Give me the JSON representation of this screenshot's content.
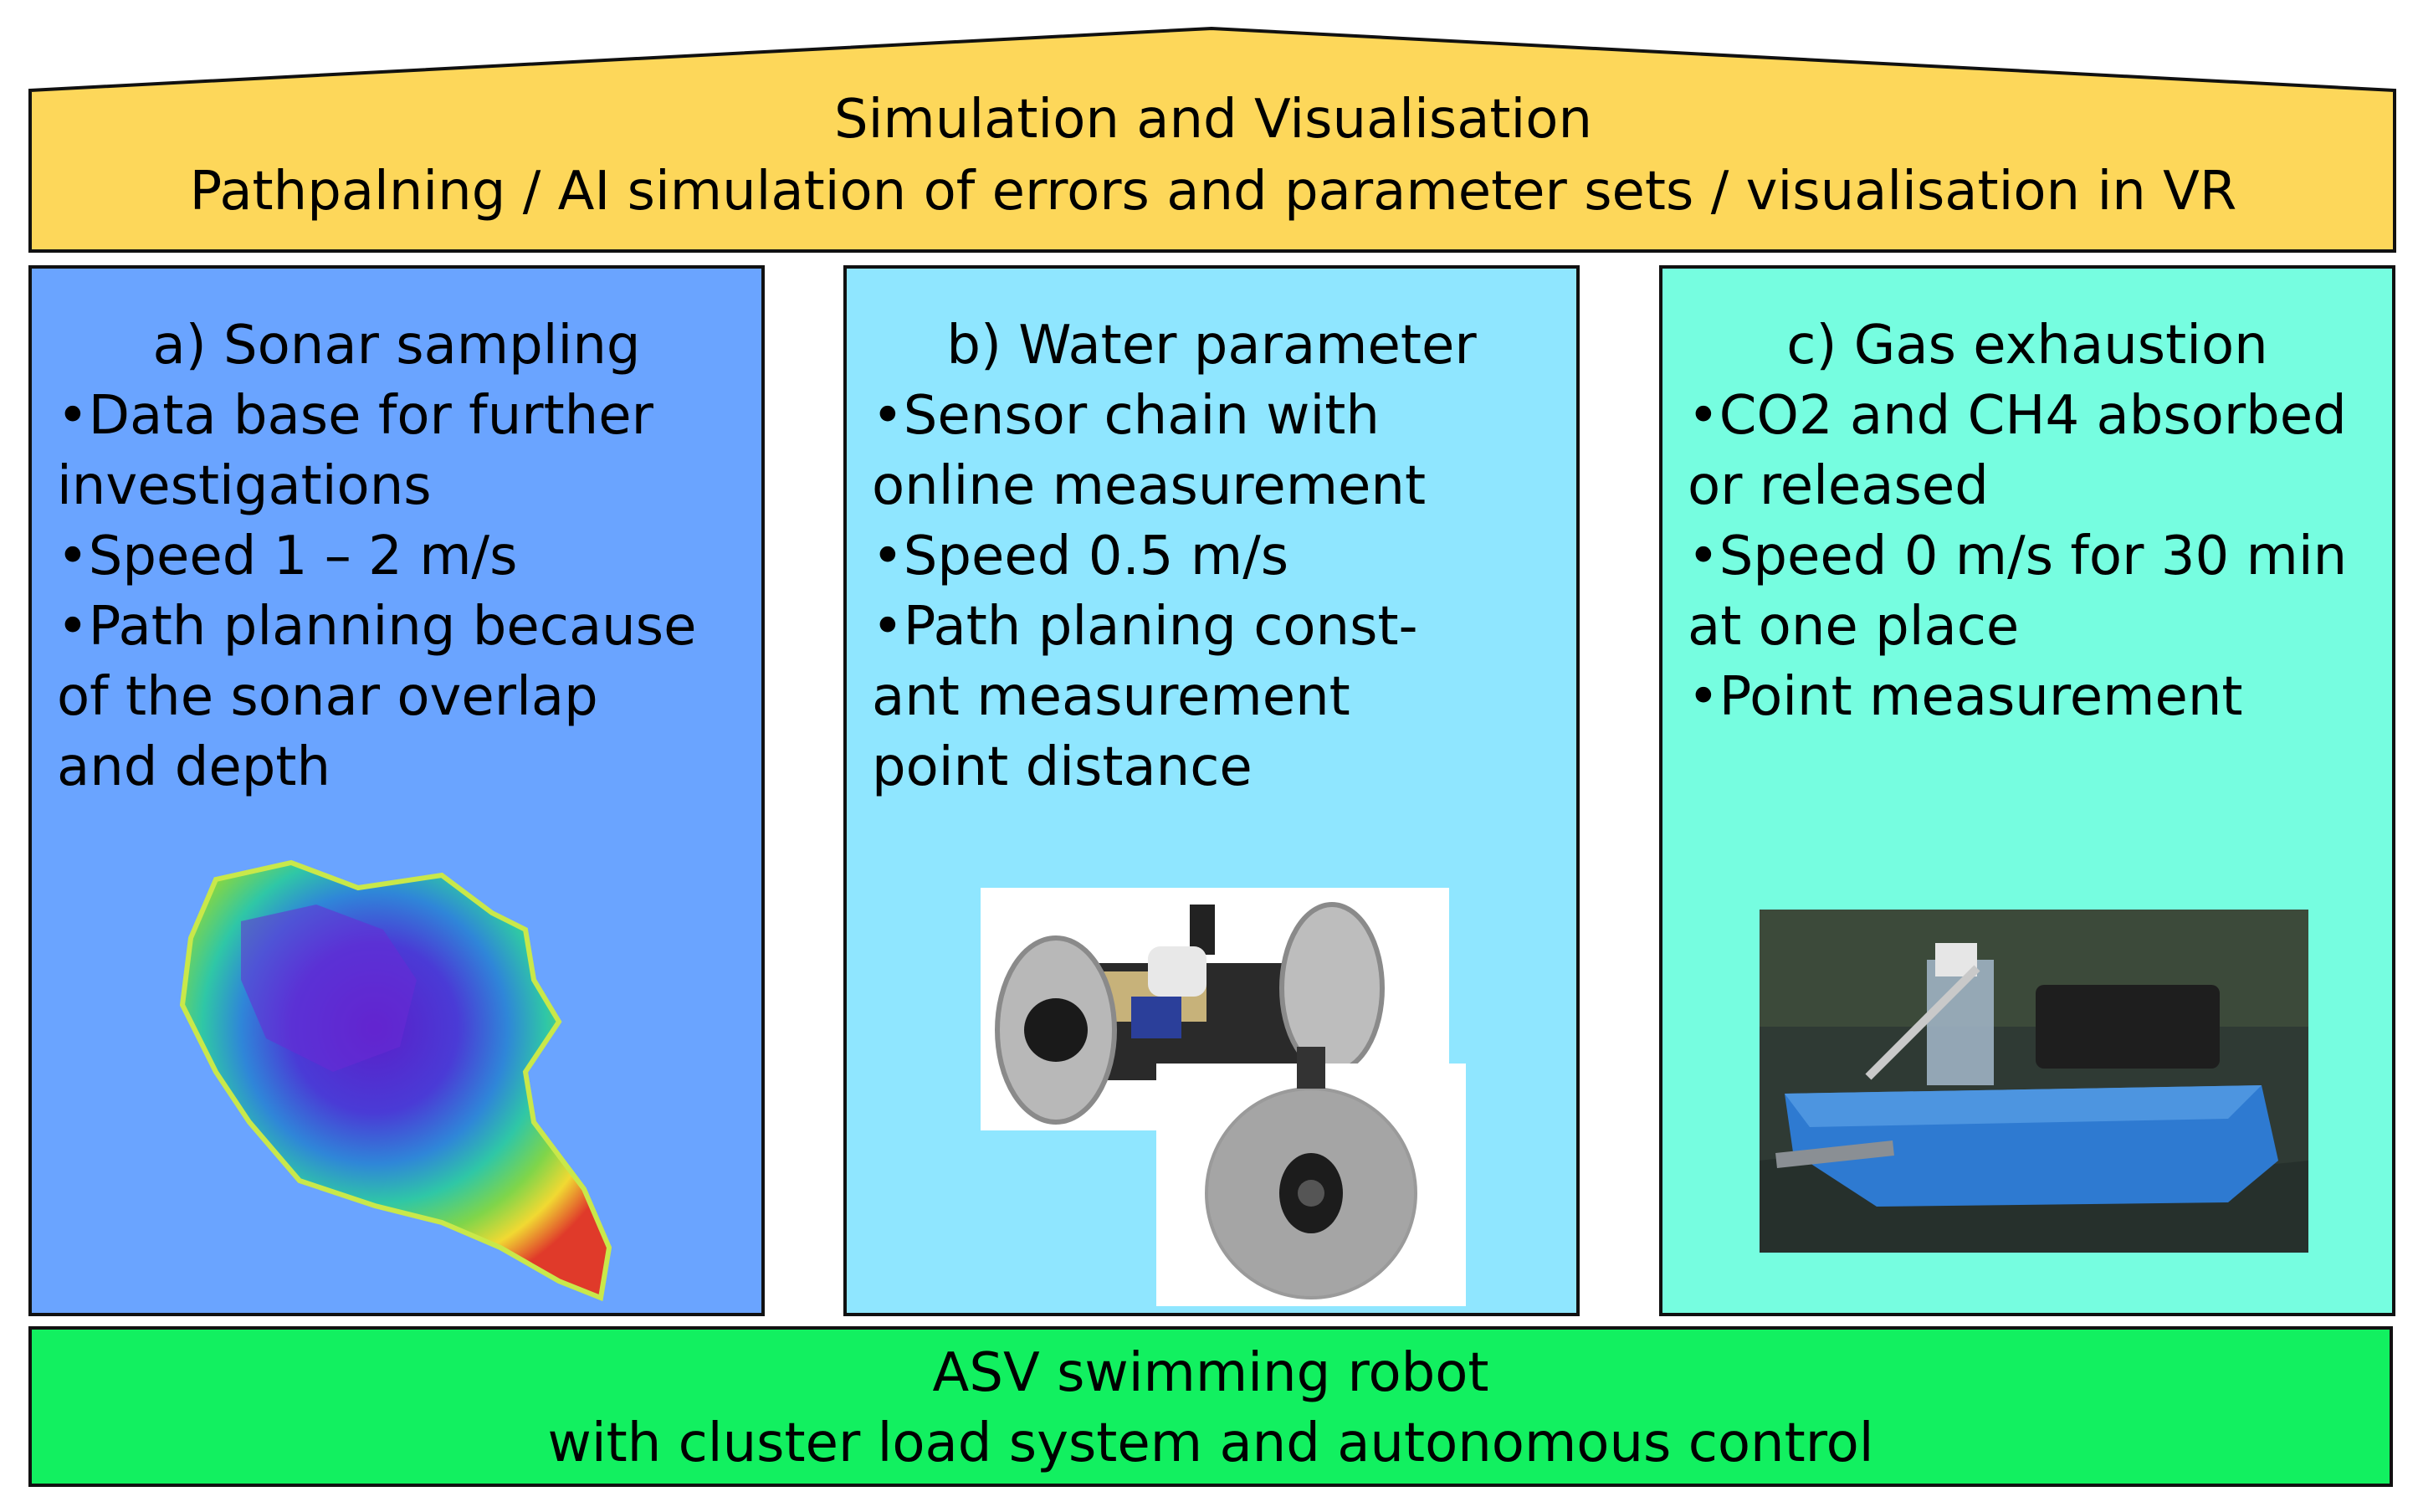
{
  "roof": {
    "title": "Simulation and Visualisation",
    "subtitle": "Pathpalning / AI simulation of errors and parameter sets / visualisation in VR",
    "color": "#fdd75a"
  },
  "pillars": [
    {
      "title": "a) Sonar sampling",
      "color": "#6aa4ff",
      "items": [
        "•Data base for further\n investigations",
        "•Speed 1 – 2 m/s",
        "•Path planning because\nof the sonar overlap\nand depth"
      ],
      "image": "bathymetry-map"
    },
    {
      "title": "b) Water parameter",
      "color": "#8fe6ff",
      "items": [
        "•Sensor chain with\n online measurement",
        "•Speed 0.5 m/s",
        "•Path planing const-\n ant measurement\n point distance"
      ],
      "image": "sensor-module-render"
    },
    {
      "title": "c) Gas exhaustion",
      "color": "#76fde0",
      "items": [
        "•CO2 and CH4 absorbed\n or released",
        "•Speed 0 m/s for 30 min\n at one place",
        "•Point measurement"
      ],
      "image": "asv-boat-photo"
    }
  ],
  "base": {
    "line1": "ASV swimming robot",
    "line2": "with cluster load system and autonomous control",
    "color": "#12f060"
  }
}
